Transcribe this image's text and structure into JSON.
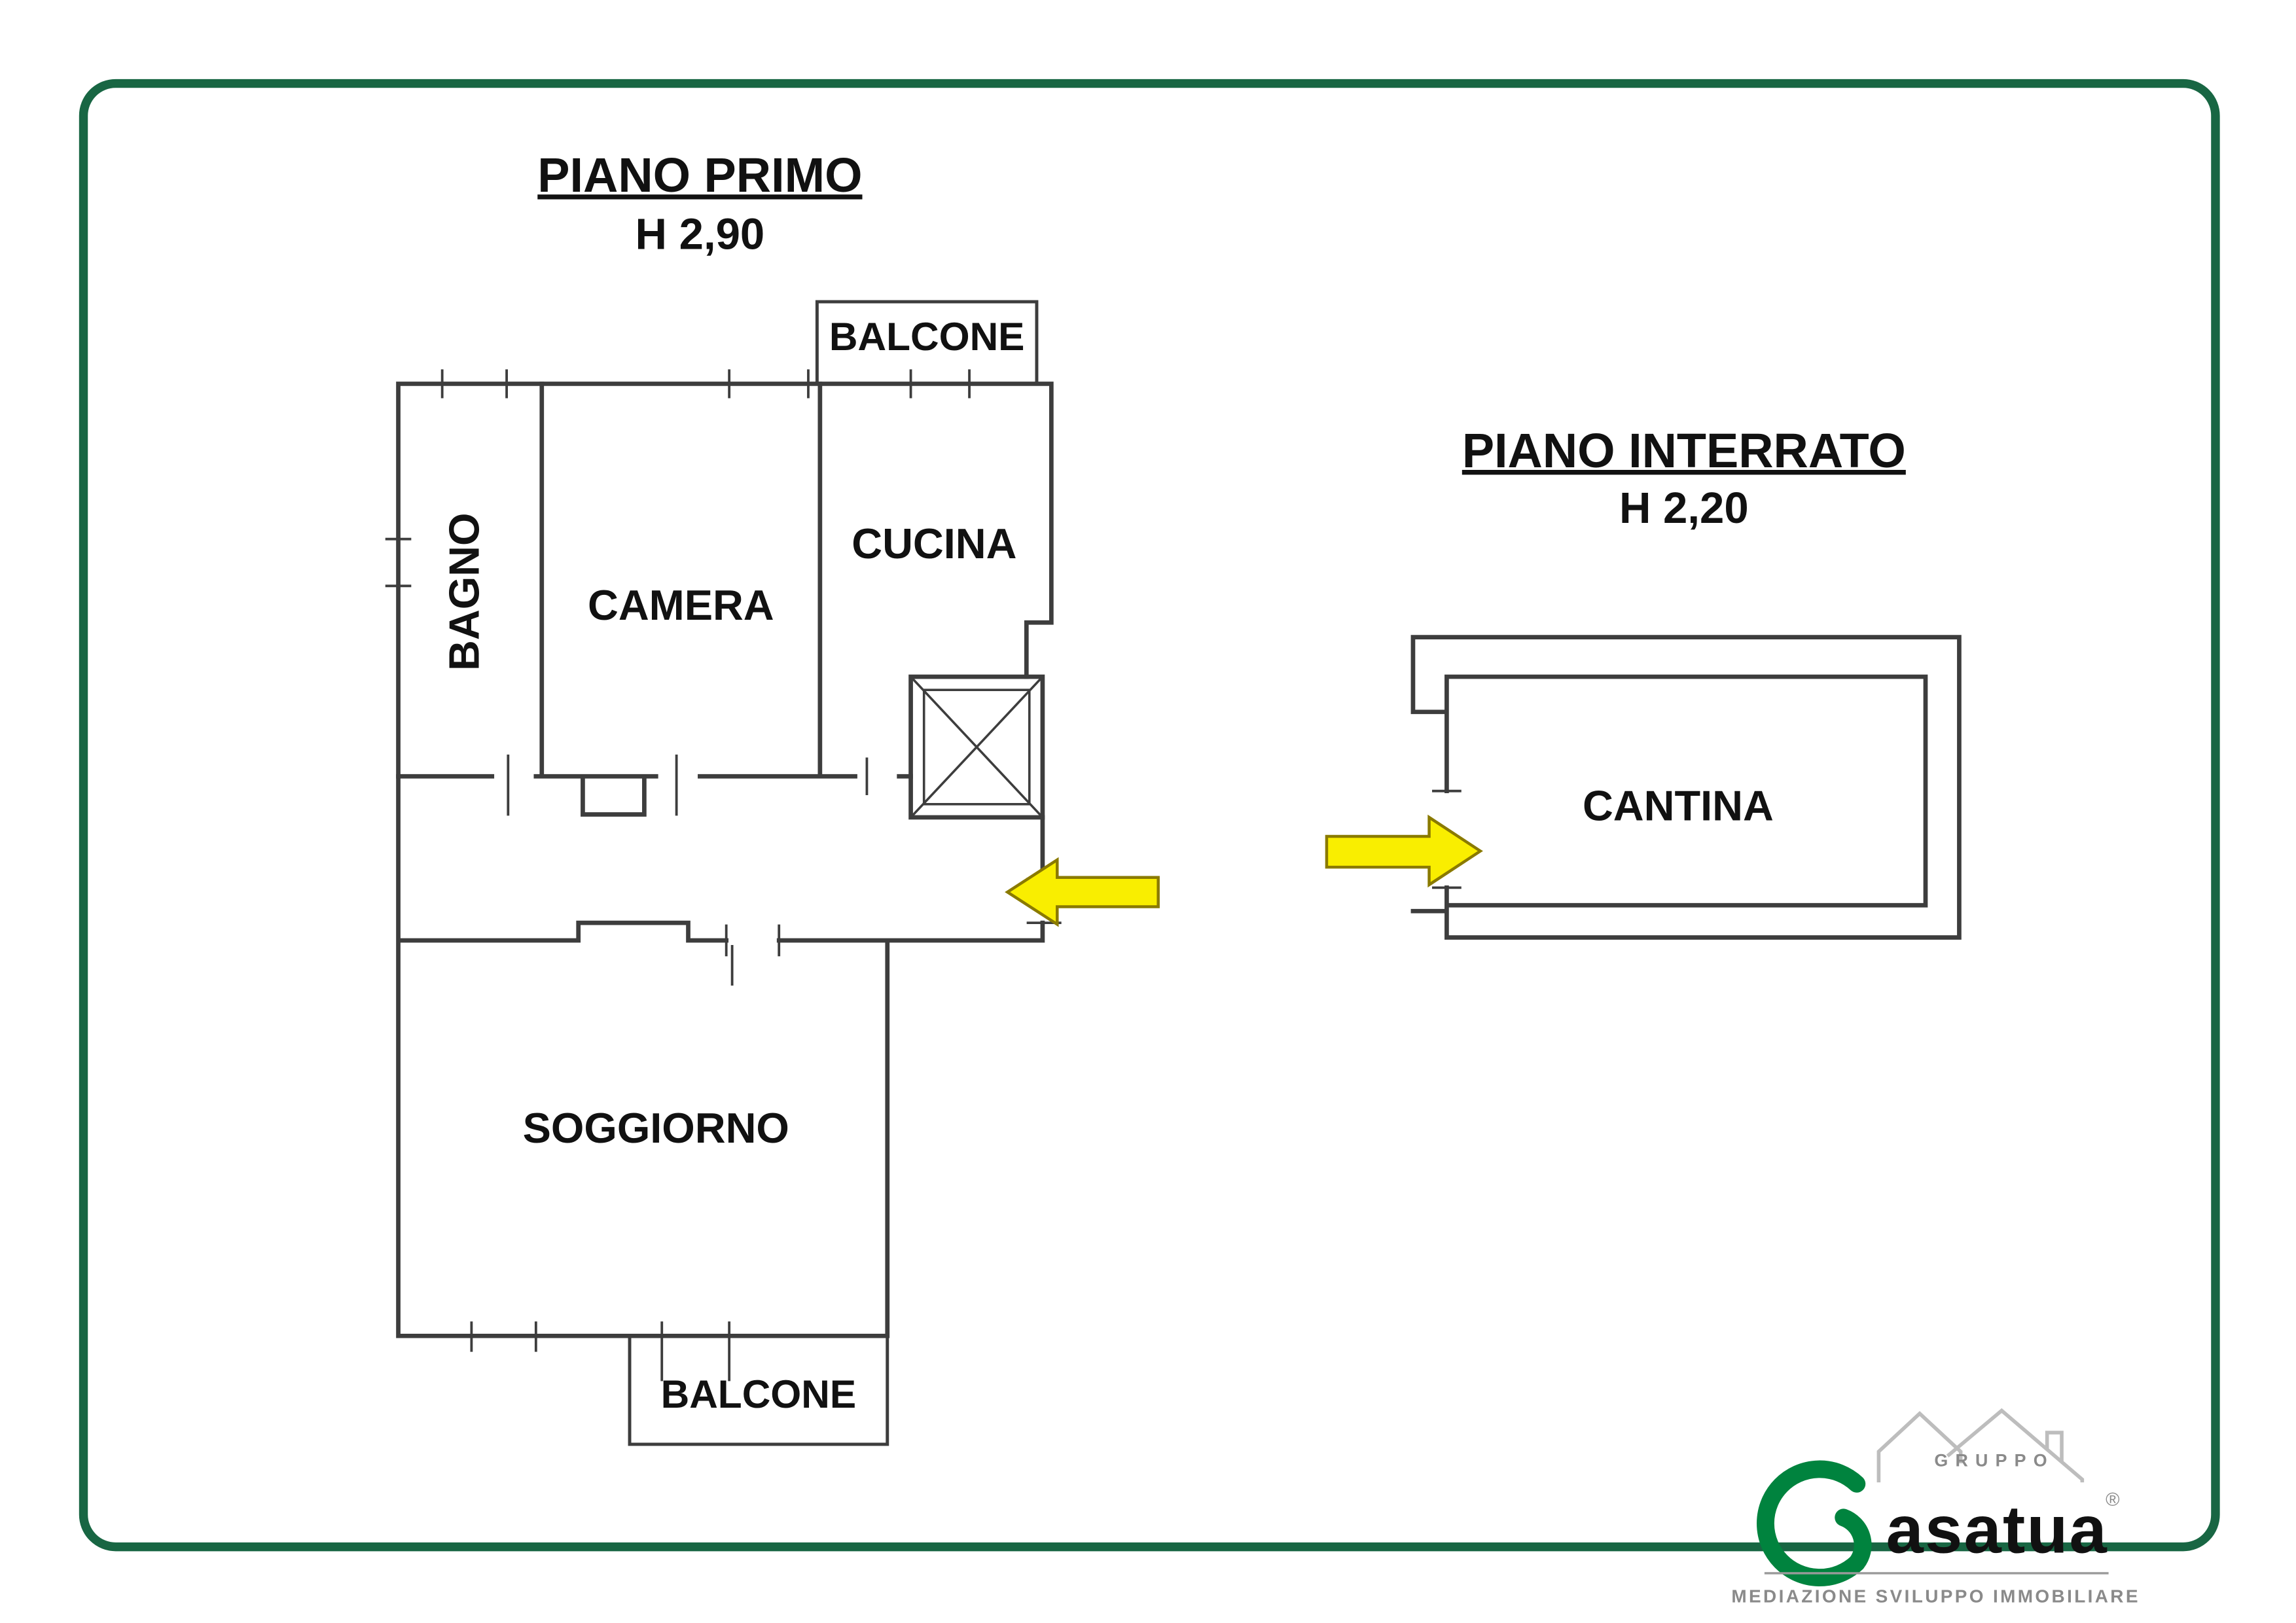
{
  "colors": {
    "border": "#186643",
    "wall": "#3d3d3d",
    "arrow_fill": "#f9ee00",
    "arrow_stroke": "#8a7a00",
    "brand_green": "#00833e",
    "muted_gray": "#8a8a8a",
    "roof_gray": "#bdbdbd"
  },
  "first_floor": {
    "title": "PIANO PRIMO",
    "ceiling_height": "H 2,90",
    "rooms": {
      "balcone_top": "BALCONE",
      "bagno": "BAGNO",
      "camera": "CAMERA",
      "cucina": "CUCINA",
      "soggiorno": "SOGGIORNO",
      "balcone_bottom": "BALCONE"
    }
  },
  "basement": {
    "title": "PIANO INTERRATO",
    "ceiling_height": "H 2,20",
    "rooms": {
      "cantina": "CANTINA"
    }
  },
  "logo": {
    "group": "GRUPPO",
    "brand": "asatua",
    "registered": "®",
    "tagline": "MEDIAZIONE SVILUPPO IMMOBILIARE"
  }
}
